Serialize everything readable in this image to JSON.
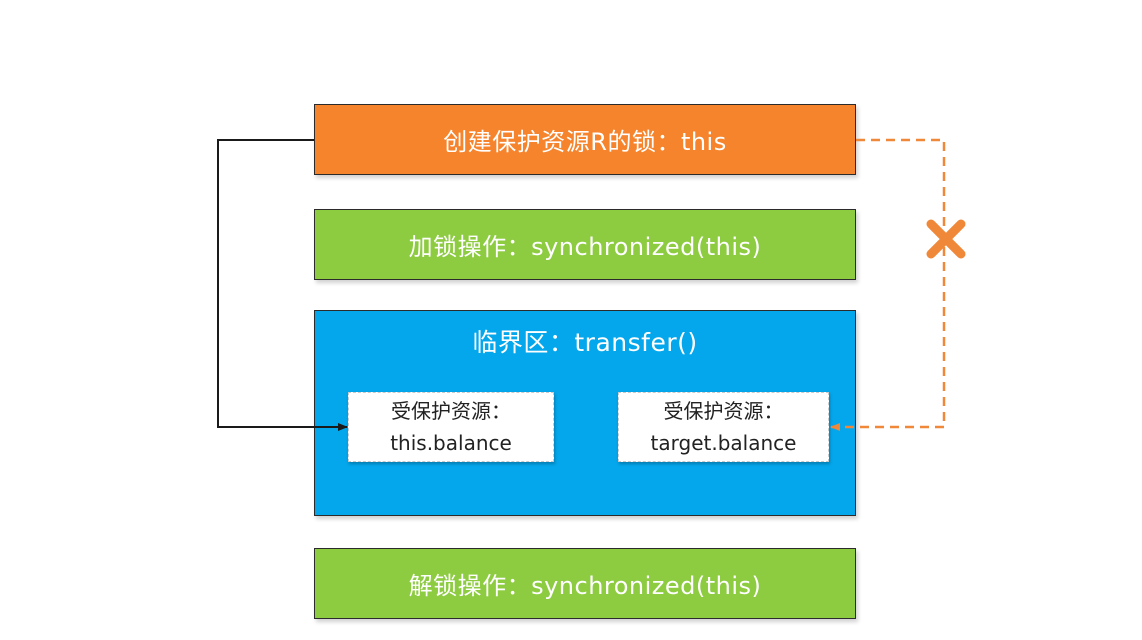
{
  "colors": {
    "create_box": "#f5842c",
    "lock_box": "#8dcb41",
    "critical_box": "#04a7ec",
    "unlock_box": "#8dcb41",
    "valid_arrow": "#1a1a1a",
    "invalid_arrow": "#f0883a"
  },
  "boxes": {
    "create_lock": "创建保护资源R的锁：this",
    "lock_op": "加锁操作：synchronized(this)",
    "critical_section": "临界区：transfer()",
    "unlock_op": "解锁操作：synchronized(this)"
  },
  "resources": {
    "this_label": "受保护资源：",
    "this_value": "this.balance",
    "target_label": "受保护资源：",
    "target_value": "target.balance"
  },
  "connectors": {
    "valid_link": "solid-arrow",
    "invalid_link": "dashed-arrow",
    "invalid_marker": "x-mark-icon"
  }
}
